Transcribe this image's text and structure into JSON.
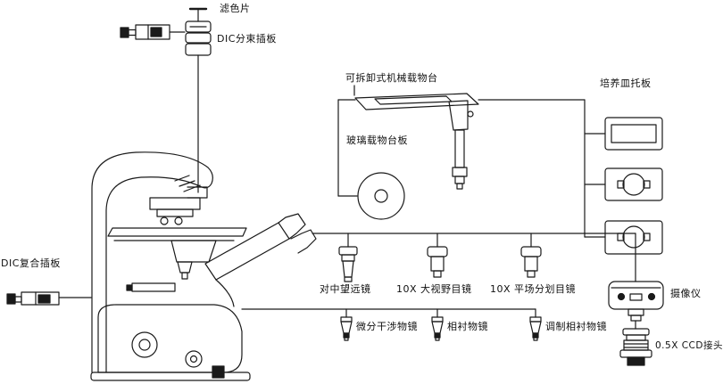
{
  "diagram": {
    "type": "microscope-accessory-diagram",
    "colors": {
      "line": "#1a1a1a",
      "background": "#ffffff"
    },
    "labels": {
      "filter": "滤色片",
      "dic_splitter": "DIC分束插板",
      "mech_stage": "可拆卸式机械载物台",
      "dish_holder": "培养皿托板",
      "glass_plate": "玻璃载物台板",
      "dic_compound": "DIC复合插板",
      "centering_telescope": "对中望远镜",
      "eyepiece_wide": "10X 大视野目镜",
      "eyepiece_reticle": "10X 平场分划目镜",
      "objective_dic": "微分干涉物镜",
      "objective_phase": "相衬物镜",
      "objective_mod_phase": "调制相衬物镜",
      "camera": "摄像仪",
      "ccd_adapter": "0.5X CCD接头"
    }
  }
}
